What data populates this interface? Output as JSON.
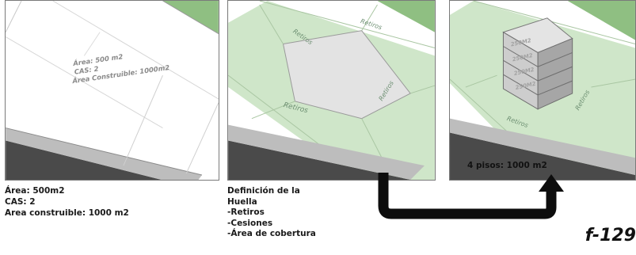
{
  "panels": [
    {
      "overlay_lines": [
        "Área: 500 m2",
        "CAS: 2",
        "Área Construible: 1000m2"
      ],
      "caption_lines": [
        "Área: 500m2",
        "CAS: 2",
        "Area construible: 1000 m2"
      ]
    },
    {
      "retiro_labels": [
        "Retiros",
        "Retiros",
        "Retiros",
        "Retiros"
      ],
      "caption_lines": [
        "Definición de la",
        "Huella",
        "-Retiros",
        "-Cesiones",
        "-Área de cobertura"
      ]
    },
    {
      "floor_labels": [
        "250M2",
        "250M2",
        "250M2",
        "250M2"
      ],
      "retiro_labels": [
        "Retiros",
        "Retiros"
      ],
      "stories_caption": "4 pisos: 1000 m2"
    }
  ],
  "figure_id": "f-129",
  "colors": {
    "setback_green": "#cfe6c9",
    "lawn_green": "#8fbf82",
    "road": "#4a4a4a",
    "sidewalk": "#bdbdbd",
    "arrow": "#0d0d0d"
  }
}
